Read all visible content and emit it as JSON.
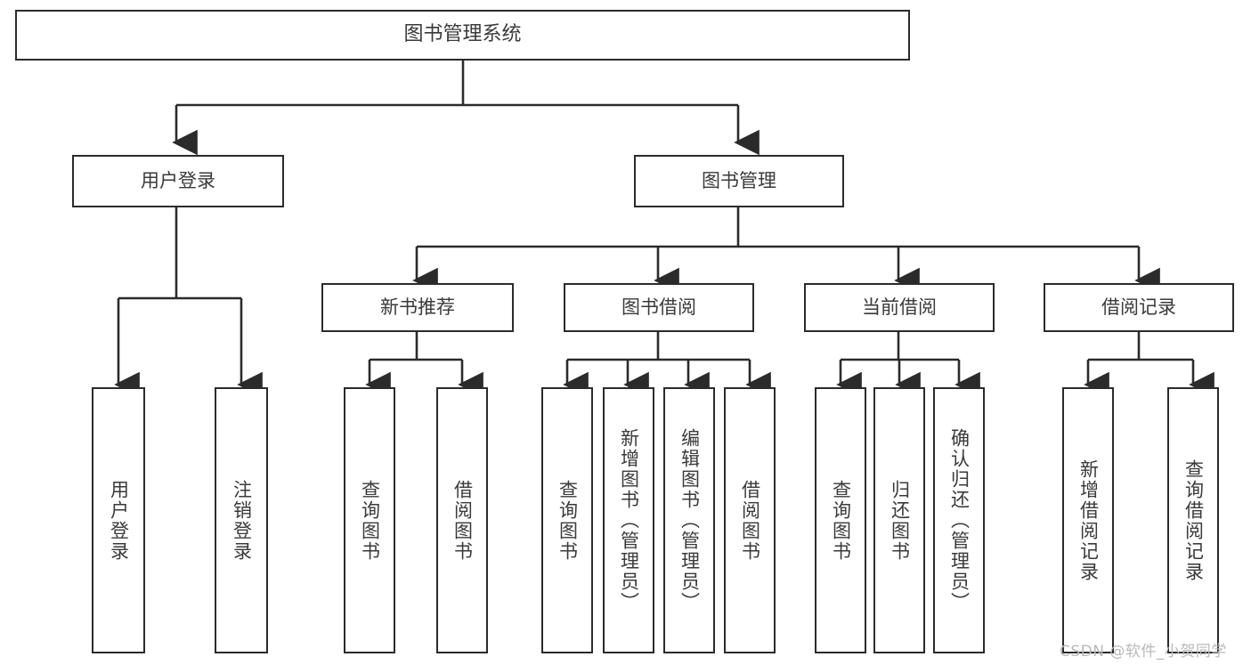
{
  "diagram": {
    "title": "图书管理系统",
    "type": "tree-hierarchy",
    "root": {
      "label": "图书管理系统"
    },
    "level2": [
      {
        "label": "用户登录"
      },
      {
        "label": "图书管理"
      }
    ],
    "level3": [
      {
        "label": "新书推荐"
      },
      {
        "label": "图书借阅"
      },
      {
        "label": "当前借阅"
      },
      {
        "label": "借阅记录"
      }
    ],
    "leaves": {
      "user_login": [
        {
          "label": "用户登录"
        },
        {
          "label": "注销登录"
        }
      ],
      "new_book_recommend": [
        {
          "label": "查询图书"
        },
        {
          "label": "借阅图书"
        }
      ],
      "book_borrow": [
        {
          "label": "查询图书"
        },
        {
          "label": "新增图书（管理员）"
        },
        {
          "label": "编辑图书（管理员）"
        },
        {
          "label": "借阅图书"
        }
      ],
      "current_borrow": [
        {
          "label": "查询图书"
        },
        {
          "label": "归还图书"
        },
        {
          "label": "确认归还（管理员）"
        }
      ],
      "borrow_record": [
        {
          "label": "新增借阅记录"
        },
        {
          "label": "查询借阅记录"
        }
      ]
    }
  },
  "watermark": {
    "text": "CSDN @软件_小贺同学"
  },
  "colors": {
    "border": "#2b2b2b",
    "text": "#3a3a3a",
    "background": "#ffffff",
    "watermark": "#b9b9b9"
  }
}
